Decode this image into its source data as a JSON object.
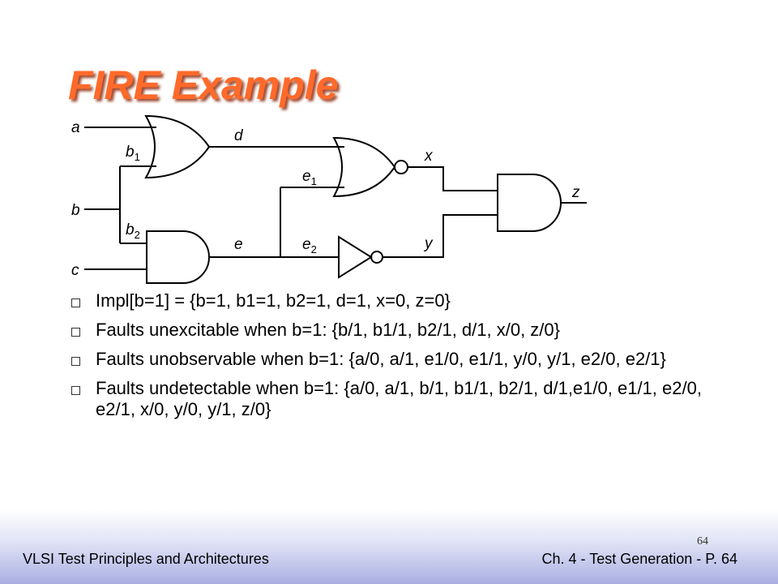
{
  "title": "FIRE Example",
  "circuit": {
    "signals": {
      "a": "a",
      "b": "b",
      "c": "c",
      "d": "d",
      "e": "e",
      "x": "x",
      "y": "y",
      "z": "z",
      "b1_main": "b",
      "b1_sub": "1",
      "b2_main": "b",
      "b2_sub": "2",
      "e1_main": "e",
      "e1_sub": "1",
      "e2_main": "e",
      "e2_sub": "2"
    }
  },
  "bullets": [
    "Impl[b=1] = {b=1, b1=1, b2=1, d=1, x=0, z=0}",
    "Faults unexcitable when b=1: {b/1, b1/1, b2/1, d/1, x/0, z/0}",
    "Faults unobservable when b=1: {a/0, a/1, e1/0, e1/1, y/0, y/1, e2/0, e2/1}",
    "Faults undetectable when b=1: {a/0, a/1, b/1, b1/1, b2/1, d/1,e1/0, e1/1, e2/0, e2/1, x/0, y/0, y/1, z/0}"
  ],
  "footer": {
    "left": "VLSI Test Principles and Architectures",
    "right": "Ch. 4 - Test Generation - P. 64",
    "page_number": "64"
  },
  "colors": {
    "title": "#ff6a2a",
    "footer_gradient_end": "#a9afe3"
  }
}
